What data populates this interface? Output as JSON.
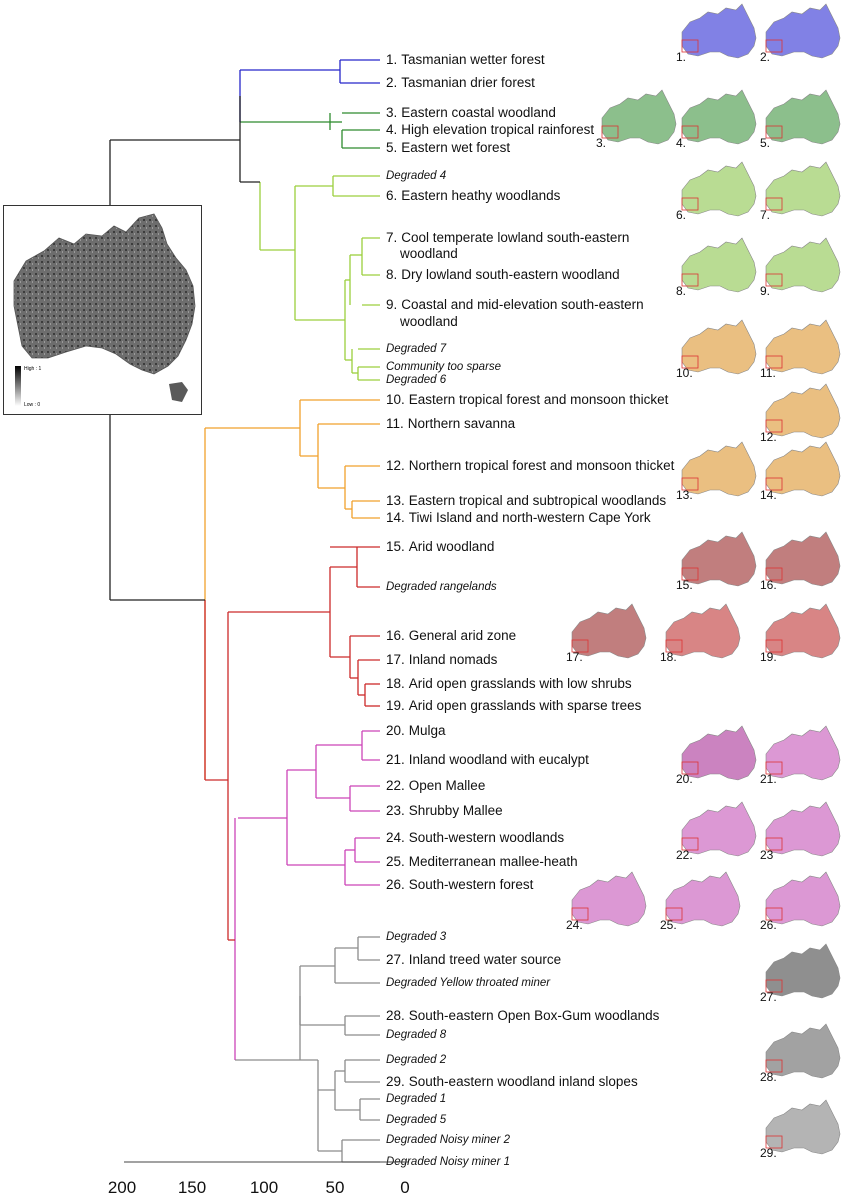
{
  "colors": {
    "root": "#222222",
    "tasmanian": "#2626c9",
    "eastern": "#2e8b2e",
    "southeastern": "#9ccf3d",
    "northern": "#f0a12c",
    "arid": "#cc2a2a",
    "mallee": "#cc44b8",
    "degraded": "#8c8c8c",
    "map_gray": "#6a6a6a"
  },
  "leaves": [
    {
      "id": "l1",
      "num": "1.",
      "name": "Tasmanian wetter forest",
      "degraded": false,
      "group": "tasmanian"
    },
    {
      "id": "l2",
      "num": "2.",
      "name": "Tasmanian drier forest",
      "degraded": false,
      "group": "tasmanian"
    },
    {
      "id": "l3",
      "num": "3.",
      "name": "Eastern coastal woodland",
      "degraded": false,
      "group": "eastern"
    },
    {
      "id": "l4",
      "num": "4.",
      "name": "High elevation tropical rainforest",
      "degraded": false,
      "group": "eastern"
    },
    {
      "id": "l5",
      "num": "5.",
      "name": "Eastern wet forest",
      "degraded": false,
      "group": "eastern"
    },
    {
      "id": "d4",
      "num": "",
      "name": "Degraded 4",
      "degraded": true,
      "group": "southeastern"
    },
    {
      "id": "l6",
      "num": "6.",
      "name": "Eastern heathy woodlands",
      "degraded": false,
      "group": "southeastern"
    },
    {
      "id": "l7",
      "num": "7.",
      "name": "Cool temperate lowland south-eastern",
      "degraded": false,
      "group": "southeastern"
    },
    {
      "id": "l7b",
      "num": "",
      "name": "woodland",
      "degraded": false,
      "group": "southeastern"
    },
    {
      "id": "l8",
      "num": "8.",
      "name": "Dry lowland south-eastern woodland",
      "degraded": false,
      "group": "southeastern"
    },
    {
      "id": "l9",
      "num": "9.",
      "name": "Coastal and mid-elevation south-eastern",
      "degraded": false,
      "group": "southeastern"
    },
    {
      "id": "l9b",
      "num": "",
      "name": "woodland",
      "degraded": false,
      "group": "southeastern"
    },
    {
      "id": "d7",
      "num": "",
      "name": "Degraded 7",
      "degraded": true,
      "group": "southeastern"
    },
    {
      "id": "cts",
      "num": "",
      "name": "Community too sparse",
      "degraded": true,
      "group": "southeastern"
    },
    {
      "id": "d6",
      "num": "",
      "name": "Degraded 6",
      "degraded": true,
      "group": "southeastern"
    },
    {
      "id": "l10",
      "num": "10.",
      "name": "Eastern tropical forest and monsoon thicket",
      "degraded": false,
      "group": "northern"
    },
    {
      "id": "l11",
      "num": "11.",
      "name": "Northern savanna",
      "degraded": false,
      "group": "northern"
    },
    {
      "id": "l12",
      "num": "12.",
      "name": "Northern tropical forest and monsoon thicket",
      "degraded": false,
      "group": "northern"
    },
    {
      "id": "l13",
      "num": "13.",
      "name": "Eastern tropical and subtropical woodlands",
      "degraded": false,
      "group": "northern"
    },
    {
      "id": "l14",
      "num": "14.",
      "name": "Tiwi Island and north-western Cape York",
      "degraded": false,
      "group": "northern"
    },
    {
      "id": "l15",
      "num": "15.",
      "name": "Arid woodland",
      "degraded": false,
      "group": "arid"
    },
    {
      "id": "dr",
      "num": "",
      "name": "Degraded rangelands",
      "degraded": true,
      "group": "arid"
    },
    {
      "id": "l16",
      "num": "16.",
      "name": "General arid zone",
      "degraded": false,
      "group": "arid"
    },
    {
      "id": "l17",
      "num": "17.",
      "name": "Inland nomads",
      "degraded": false,
      "group": "arid"
    },
    {
      "id": "l18",
      "num": "18.",
      "name": "Arid open grasslands with low shrubs",
      "degraded": false,
      "group": "arid"
    },
    {
      "id": "l19",
      "num": "19.",
      "name": "Arid open grasslands with sparse trees",
      "degraded": false,
      "group": "arid"
    },
    {
      "id": "l20",
      "num": "20.",
      "name": "Mulga",
      "degraded": false,
      "group": "mallee"
    },
    {
      "id": "l21",
      "num": "21.",
      "name": "Inland woodland with eucalypt",
      "degraded": false,
      "group": "mallee"
    },
    {
      "id": "l22",
      "num": "22.",
      "name": "Open Mallee",
      "degraded": false,
      "group": "mallee"
    },
    {
      "id": "l23",
      "num": "23.",
      "name": "Shrubby Mallee",
      "degraded": false,
      "group": "mallee"
    },
    {
      "id": "l24",
      "num": "24.",
      "name": "South-western woodlands",
      "degraded": false,
      "group": "mallee"
    },
    {
      "id": "l25",
      "num": "25.",
      "name": "Mediterranean mallee-heath",
      "degraded": false,
      "group": "mallee"
    },
    {
      "id": "l26",
      "num": "26.",
      "name": "South-western forest",
      "degraded": false,
      "group": "mallee"
    },
    {
      "id": "d3",
      "num": "",
      "name": "Degraded 3",
      "degraded": true,
      "group": "degraded"
    },
    {
      "id": "l27",
      "num": "27.",
      "name": "Inland treed water source",
      "degraded": false,
      "group": "degraded"
    },
    {
      "id": "dytm",
      "num": "",
      "name": "Degraded Yellow throated miner",
      "degraded": true,
      "group": "degraded"
    },
    {
      "id": "l28",
      "num": "28.",
      "name": "South-eastern Open Box-Gum woodlands",
      "degraded": false,
      "group": "degraded"
    },
    {
      "id": "d8",
      "num": "",
      "name": "Degraded 8",
      "degraded": true,
      "group": "degraded"
    },
    {
      "id": "d2",
      "num": "",
      "name": "Degraded 2",
      "degraded": true,
      "group": "degraded"
    },
    {
      "id": "l29",
      "num": "29.",
      "name": "South-eastern woodland inland slopes",
      "degraded": false,
      "group": "degraded"
    },
    {
      "id": "d1",
      "num": "",
      "name": "Degraded 1",
      "degraded": true,
      "group": "degraded"
    },
    {
      "id": "d5",
      "num": "",
      "name": "Degraded 5",
      "degraded": true,
      "group": "degraded"
    },
    {
      "id": "dnm2",
      "num": "",
      "name": "Degraded Noisy miner 2",
      "degraded": true,
      "group": "degraded"
    },
    {
      "id": "dnm1",
      "num": "",
      "name": "Degraded Noisy miner 1",
      "degraded": true,
      "group": "degraded"
    }
  ],
  "axis": {
    "ticks": [
      "200",
      "150",
      "100",
      "50",
      "0"
    ],
    "range": [
      200,
      0
    ]
  },
  "inset": {
    "legend_high": "High : 1",
    "legend_low": "Low : 0"
  },
  "thumbnails": [
    {
      "label": "1.",
      "color": "#1a1ad0"
    },
    {
      "label": "2.",
      "color": "#1a1ad0"
    },
    {
      "label": "3.",
      "color": "#2e8b2e"
    },
    {
      "label": "4.",
      "color": "#2e8b2e"
    },
    {
      "label": "5.",
      "color": "#2e8b2e"
    },
    {
      "label": "6.",
      "color": "#7fbf3a"
    },
    {
      "label": "7.",
      "color": "#7fbf3a"
    },
    {
      "label": "8.",
      "color": "#7fbf3a"
    },
    {
      "label": "9.",
      "color": "#7fbf3a"
    },
    {
      "label": "10.",
      "color": "#d98a1a"
    },
    {
      "label": "11.",
      "color": "#d98a1a"
    },
    {
      "label": "12.",
      "color": "#d98a1a"
    },
    {
      "label": "13.",
      "color": "#d98a1a"
    },
    {
      "label": "14.",
      "color": "#d98a1a"
    },
    {
      "label": "15.",
      "color": "#8e1414"
    },
    {
      "label": "16.",
      "color": "#8e1414"
    },
    {
      "label": "17.",
      "color": "#8e1414"
    },
    {
      "label": "18.",
      "color": "#b82020"
    },
    {
      "label": "19.",
      "color": "#b82020"
    },
    {
      "label": "20.",
      "color": "#a01e8c"
    },
    {
      "label": "21.",
      "color": "#c044b0"
    },
    {
      "label": "22.",
      "color": "#c044b0"
    },
    {
      "label": "23",
      "color": "#c044b0"
    },
    {
      "label": "24.",
      "color": "#c044b0"
    },
    {
      "label": "25.",
      "color": "#c044b0"
    },
    {
      "label": "26.",
      "color": "#c044b0"
    },
    {
      "label": "27.",
      "color": "#333333"
    },
    {
      "label": "28.",
      "color": "#555555"
    },
    {
      "label": "29.",
      "color": "#777777"
    }
  ]
}
